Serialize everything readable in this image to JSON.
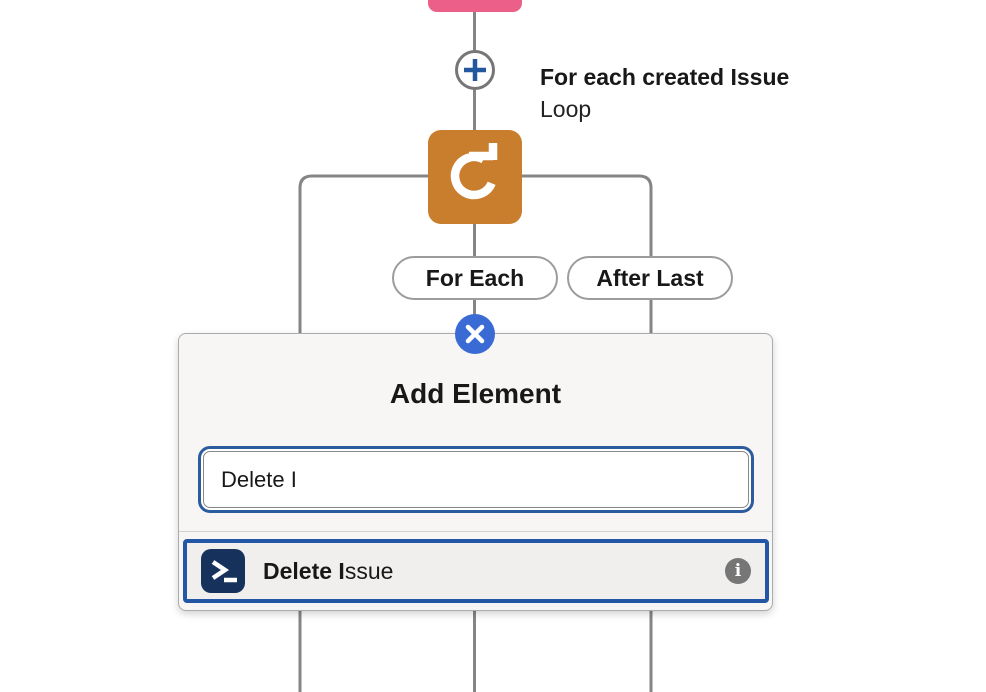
{
  "canvas": {
    "previous_node": {
      "color": "#EC5F88"
    },
    "loop_node": {
      "title": "For each created Issue",
      "subtitle": "Loop",
      "color": "#C97E2E",
      "icon": "loop-icon"
    },
    "branches": [
      {
        "label": "For Each"
      },
      {
        "label": "After Last"
      }
    ],
    "connector_color": "#858585",
    "plus_button_color": "#23589E"
  },
  "popup": {
    "title": "Add Element",
    "close_color": "#3A6BD5",
    "search": {
      "value": "Delete I",
      "placeholder": "",
      "focus_ring_color": "#2A5C9E"
    },
    "results": [
      {
        "match": "Delete I",
        "rest": "ssue",
        "icon": "terminal-icon",
        "icon_color": "#16325C",
        "border_color": "#2357A5",
        "info_icon": "i"
      }
    ]
  }
}
